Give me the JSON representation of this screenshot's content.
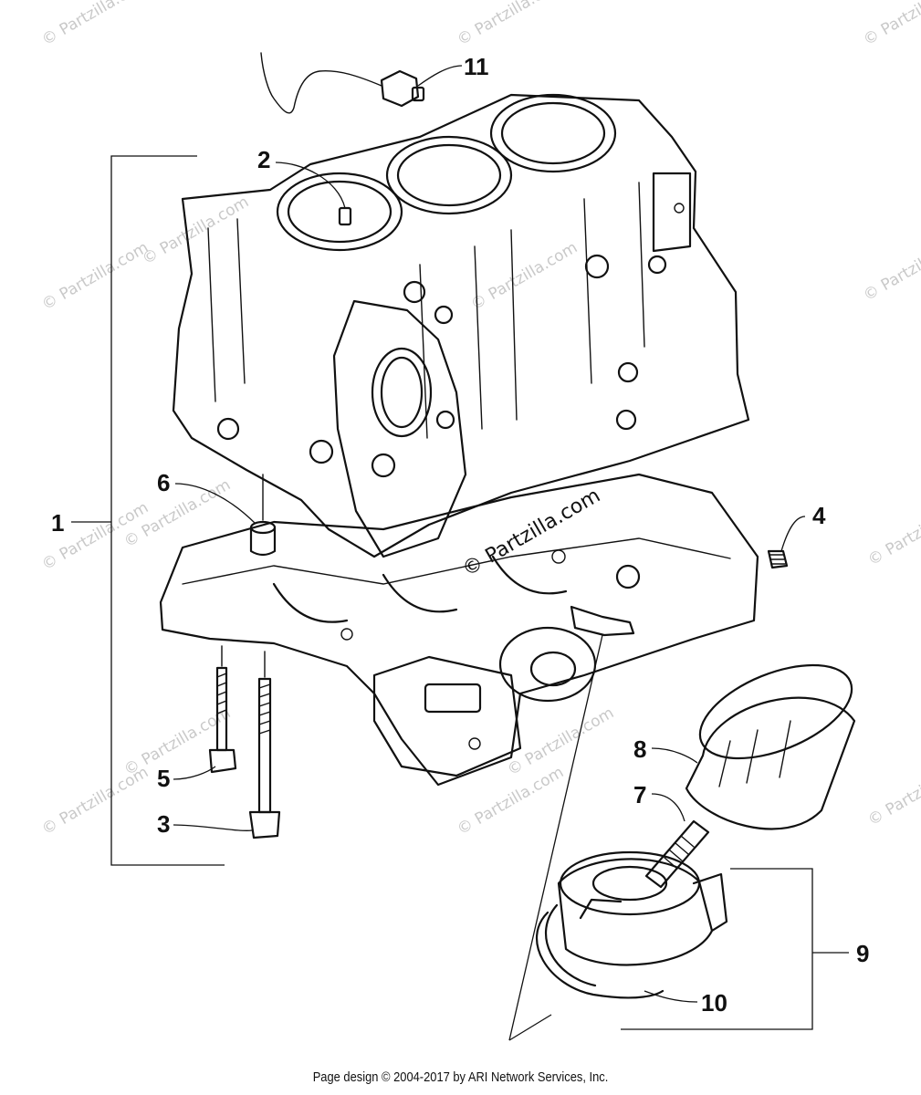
{
  "diagram": {
    "callouts": [
      "1",
      "2",
      "3",
      "4",
      "5",
      "6",
      "7",
      "8",
      "9",
      "10",
      "11"
    ],
    "watermark": "© Partzilla.com",
    "footer": "Page design © 2004-2017 by ARI Network Services, Inc."
  }
}
